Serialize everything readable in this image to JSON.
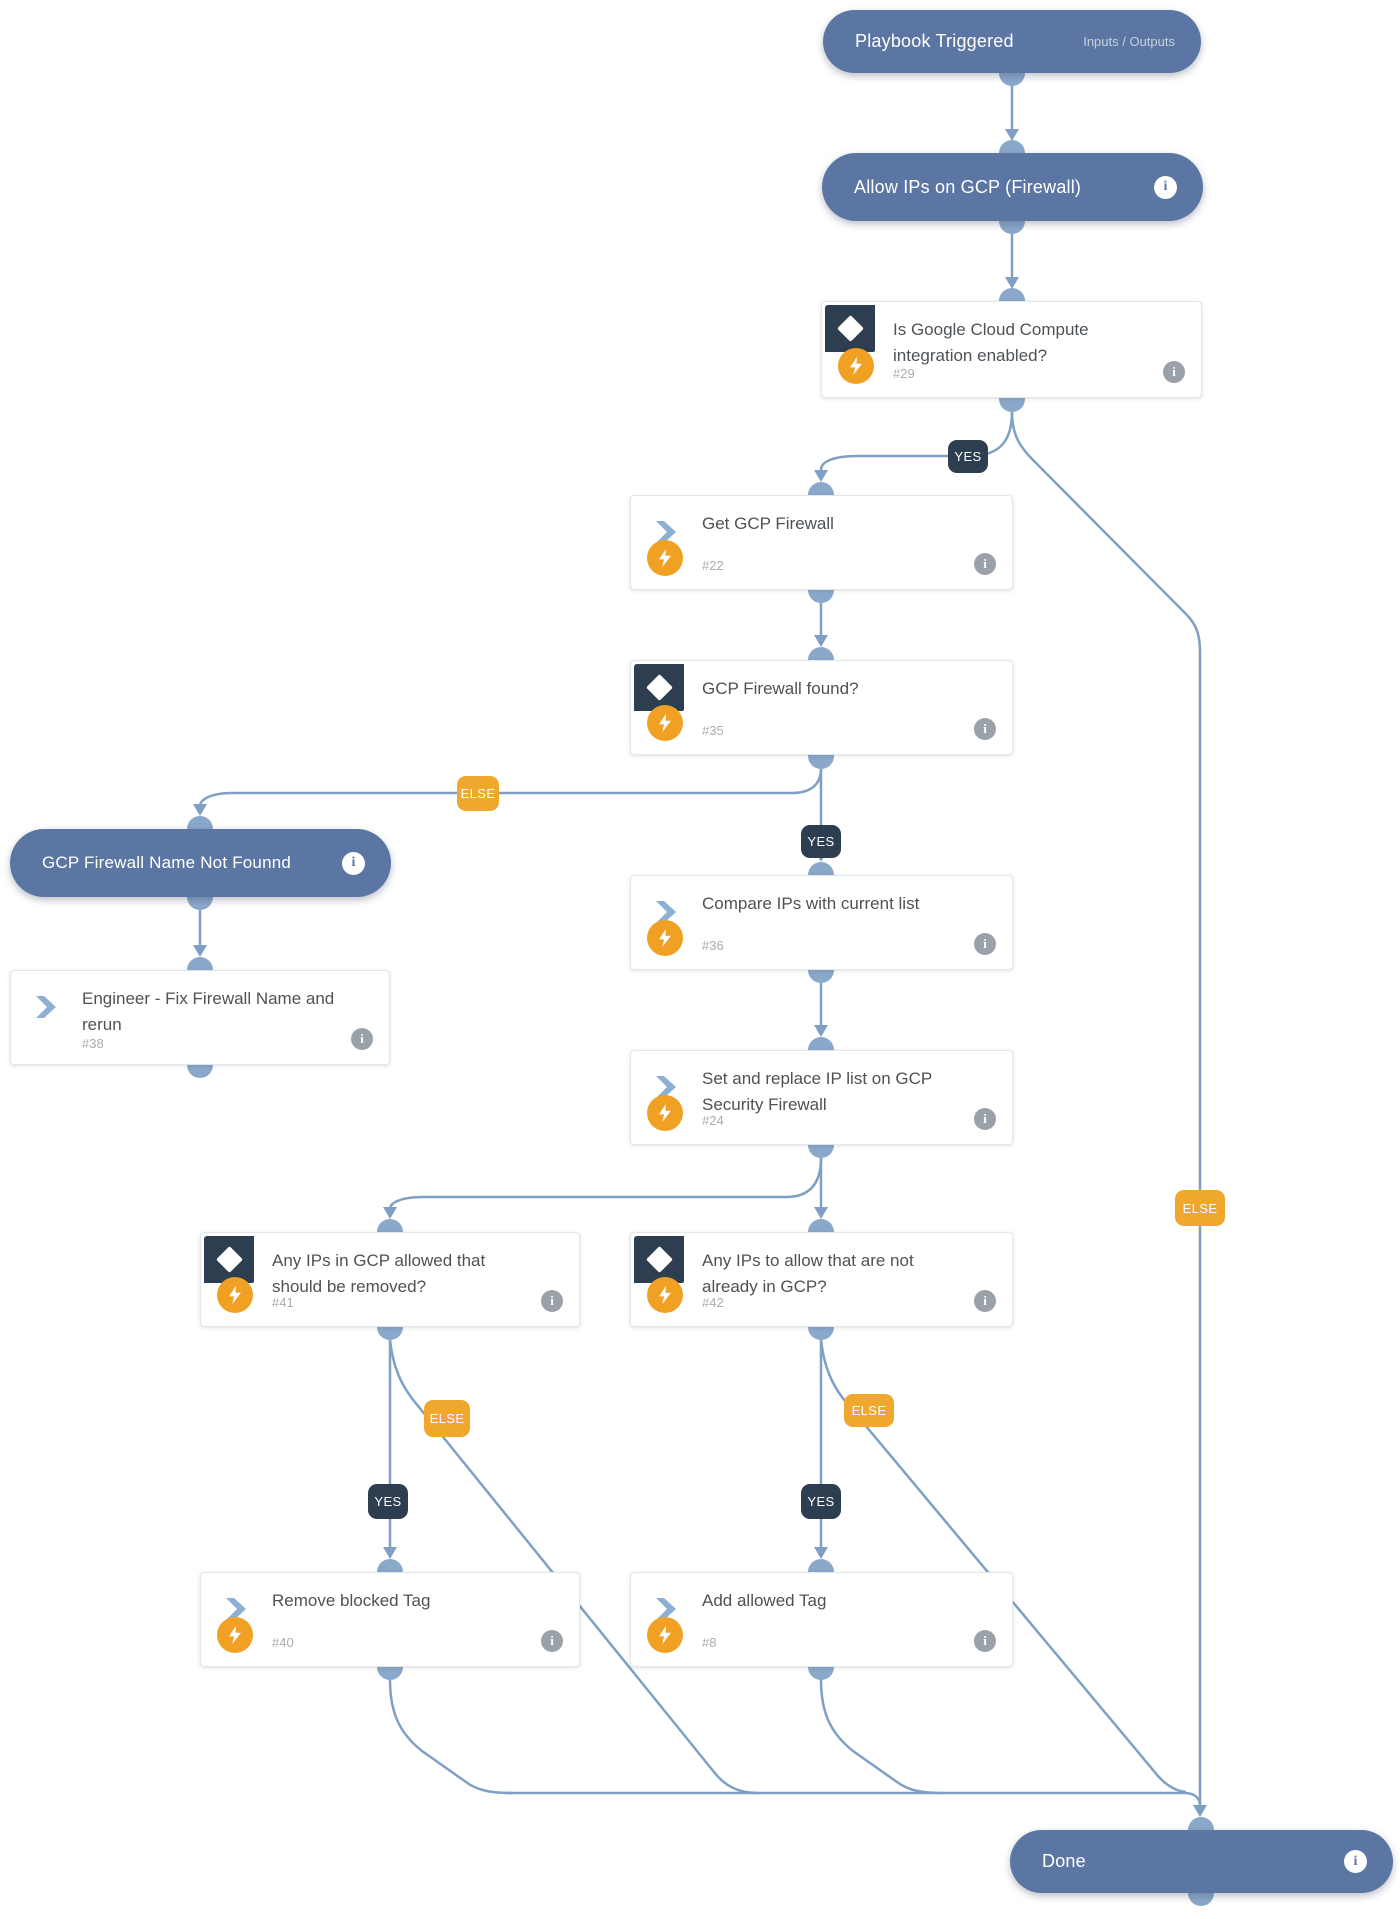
{
  "labels": {
    "yes": "YES",
    "else": "ELSE"
  },
  "colors": {
    "pill_blue": "#5b76a3",
    "tag_navy": "#2d3e50",
    "tag_orange": "#f0a72e",
    "bolt_orange": "#f0a124",
    "line_blue": "#7fa0c4",
    "connector_blue": "#8aa8ca"
  },
  "nodes": {
    "playbook_triggered": {
      "title": "Playbook Triggered",
      "right_label": "Inputs / Outputs"
    },
    "allow_ips": {
      "title": "Allow IPs on GCP (Firewall)"
    },
    "cond_29": {
      "title": "Is Google Cloud Compute integration enabled?",
      "id": "#29"
    },
    "task_22": {
      "title": "Get GCP Firewall",
      "id": "#22"
    },
    "cond_35": {
      "title": "GCP Firewall found?",
      "id": "#35"
    },
    "name_not_found": {
      "title": "GCP Firewall Name Not Founnd"
    },
    "task_38": {
      "title": "Engineer - Fix Firewall Name and rerun",
      "id": "#38"
    },
    "task_36": {
      "title": "Compare IPs with current list",
      "id": "#36"
    },
    "task_24": {
      "title": "Set and replace IP list on GCP Security Firewall",
      "id": "#24"
    },
    "cond_41": {
      "title": "Any IPs in GCP allowed that should be removed?",
      "id": "#41"
    },
    "cond_42": {
      "title": "Any IPs to allow that are not already in GCP?",
      "id": "#42"
    },
    "task_40": {
      "title": "Remove blocked Tag",
      "id": "#40"
    },
    "task_8": {
      "title": "Add allowed Tag",
      "id": "#8"
    },
    "done": {
      "title": "Done"
    }
  }
}
